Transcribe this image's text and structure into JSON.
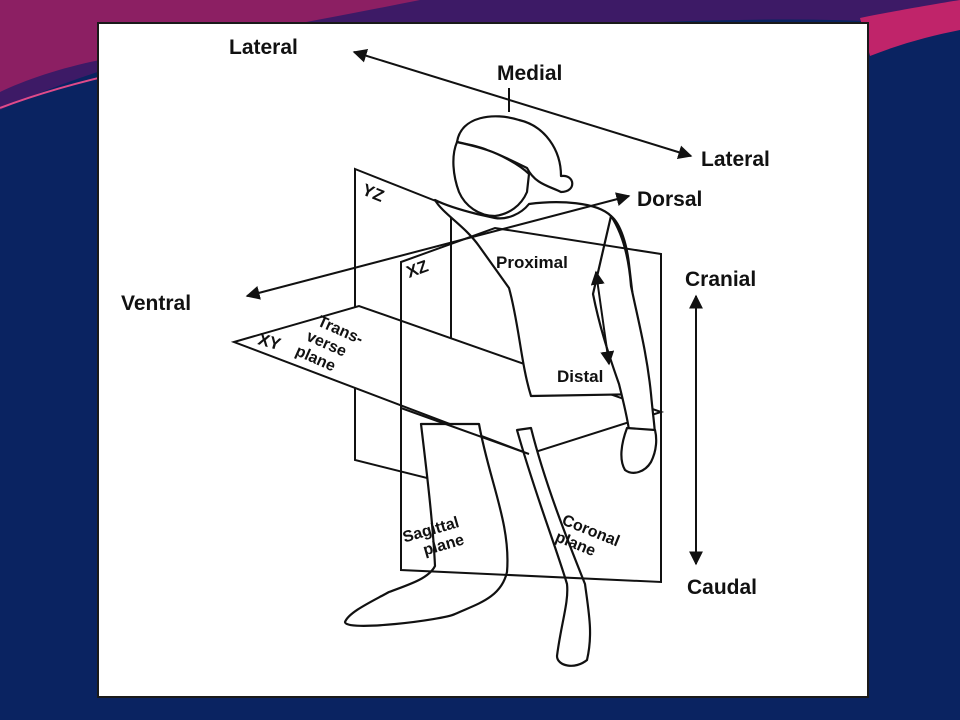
{
  "theme": {
    "background": "#0a2361",
    "accent_magenta": "#c0246a",
    "accent_purple": "#4a1c6e",
    "frame": "#ffffff",
    "ink": "#111111"
  },
  "labels": {
    "lateral_left": "Lateral",
    "medial": "Medial",
    "lateral_right": "Lateral",
    "dorsal": "Dorsal",
    "ventral": "Ventral",
    "cranial": "Cranial",
    "caudal": "Caudal",
    "proximal": "Proximal",
    "distal": "Distal",
    "yz": "YZ",
    "xz": "XZ",
    "xy": "XY",
    "transverse_plane": [
      "Trans-",
      "verse",
      "plane"
    ],
    "sagittal_plane": [
      "Sagittal",
      "plane"
    ],
    "coronal_plane": [
      "Coronal",
      "plane"
    ]
  }
}
